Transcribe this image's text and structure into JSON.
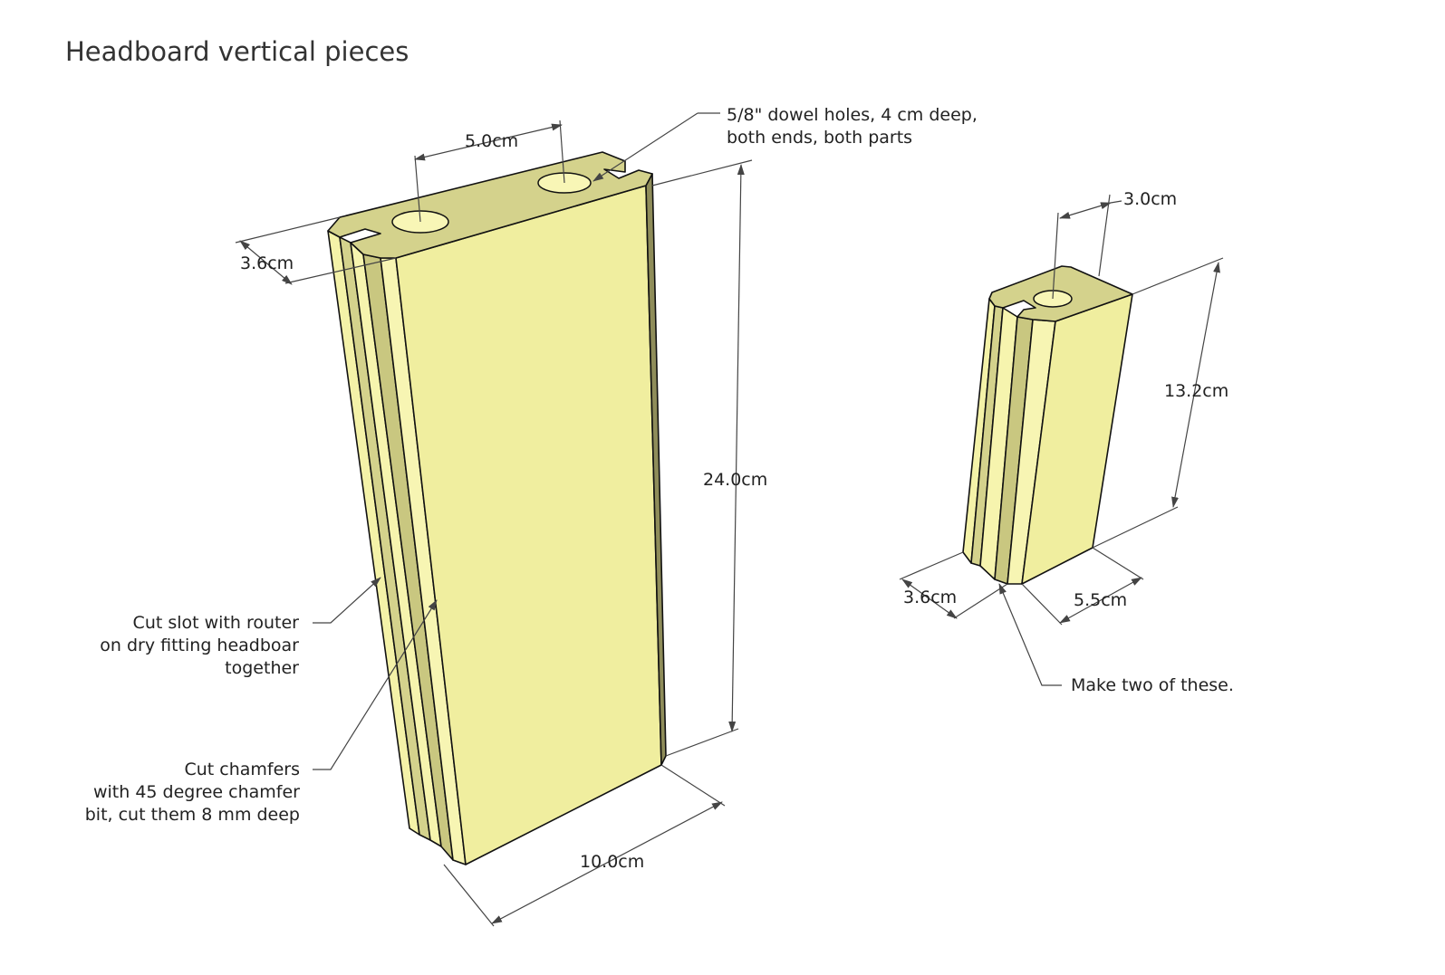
{
  "title": "Headboard vertical pieces",
  "dimensions": {
    "big_hole_spacing": "5.0cm",
    "big_depth": "3.6cm",
    "big_height": "24.0cm",
    "big_width": "10.0cm",
    "small_hole_offset": "3.0cm",
    "small_height": "13.2cm",
    "small_depth": "3.6cm",
    "small_width": "5.5cm"
  },
  "notes": {
    "dowel": "5/8\" dowel holes, 4 cm deep,\nboth ends, both parts",
    "slot": "Cut slot with router\non dry fitting headboar\ntogether",
    "chamfer": "Cut chamfers\nwith 45 degree chamfer\nbit, cut them 8 mm deep",
    "make_two": "Make two of these."
  },
  "colors": {
    "top": "#d4d28c",
    "front": "#f0ee9f",
    "light": "#f7f5b0",
    "dark": "#c9c780",
    "edge": "#8a8850"
  }
}
